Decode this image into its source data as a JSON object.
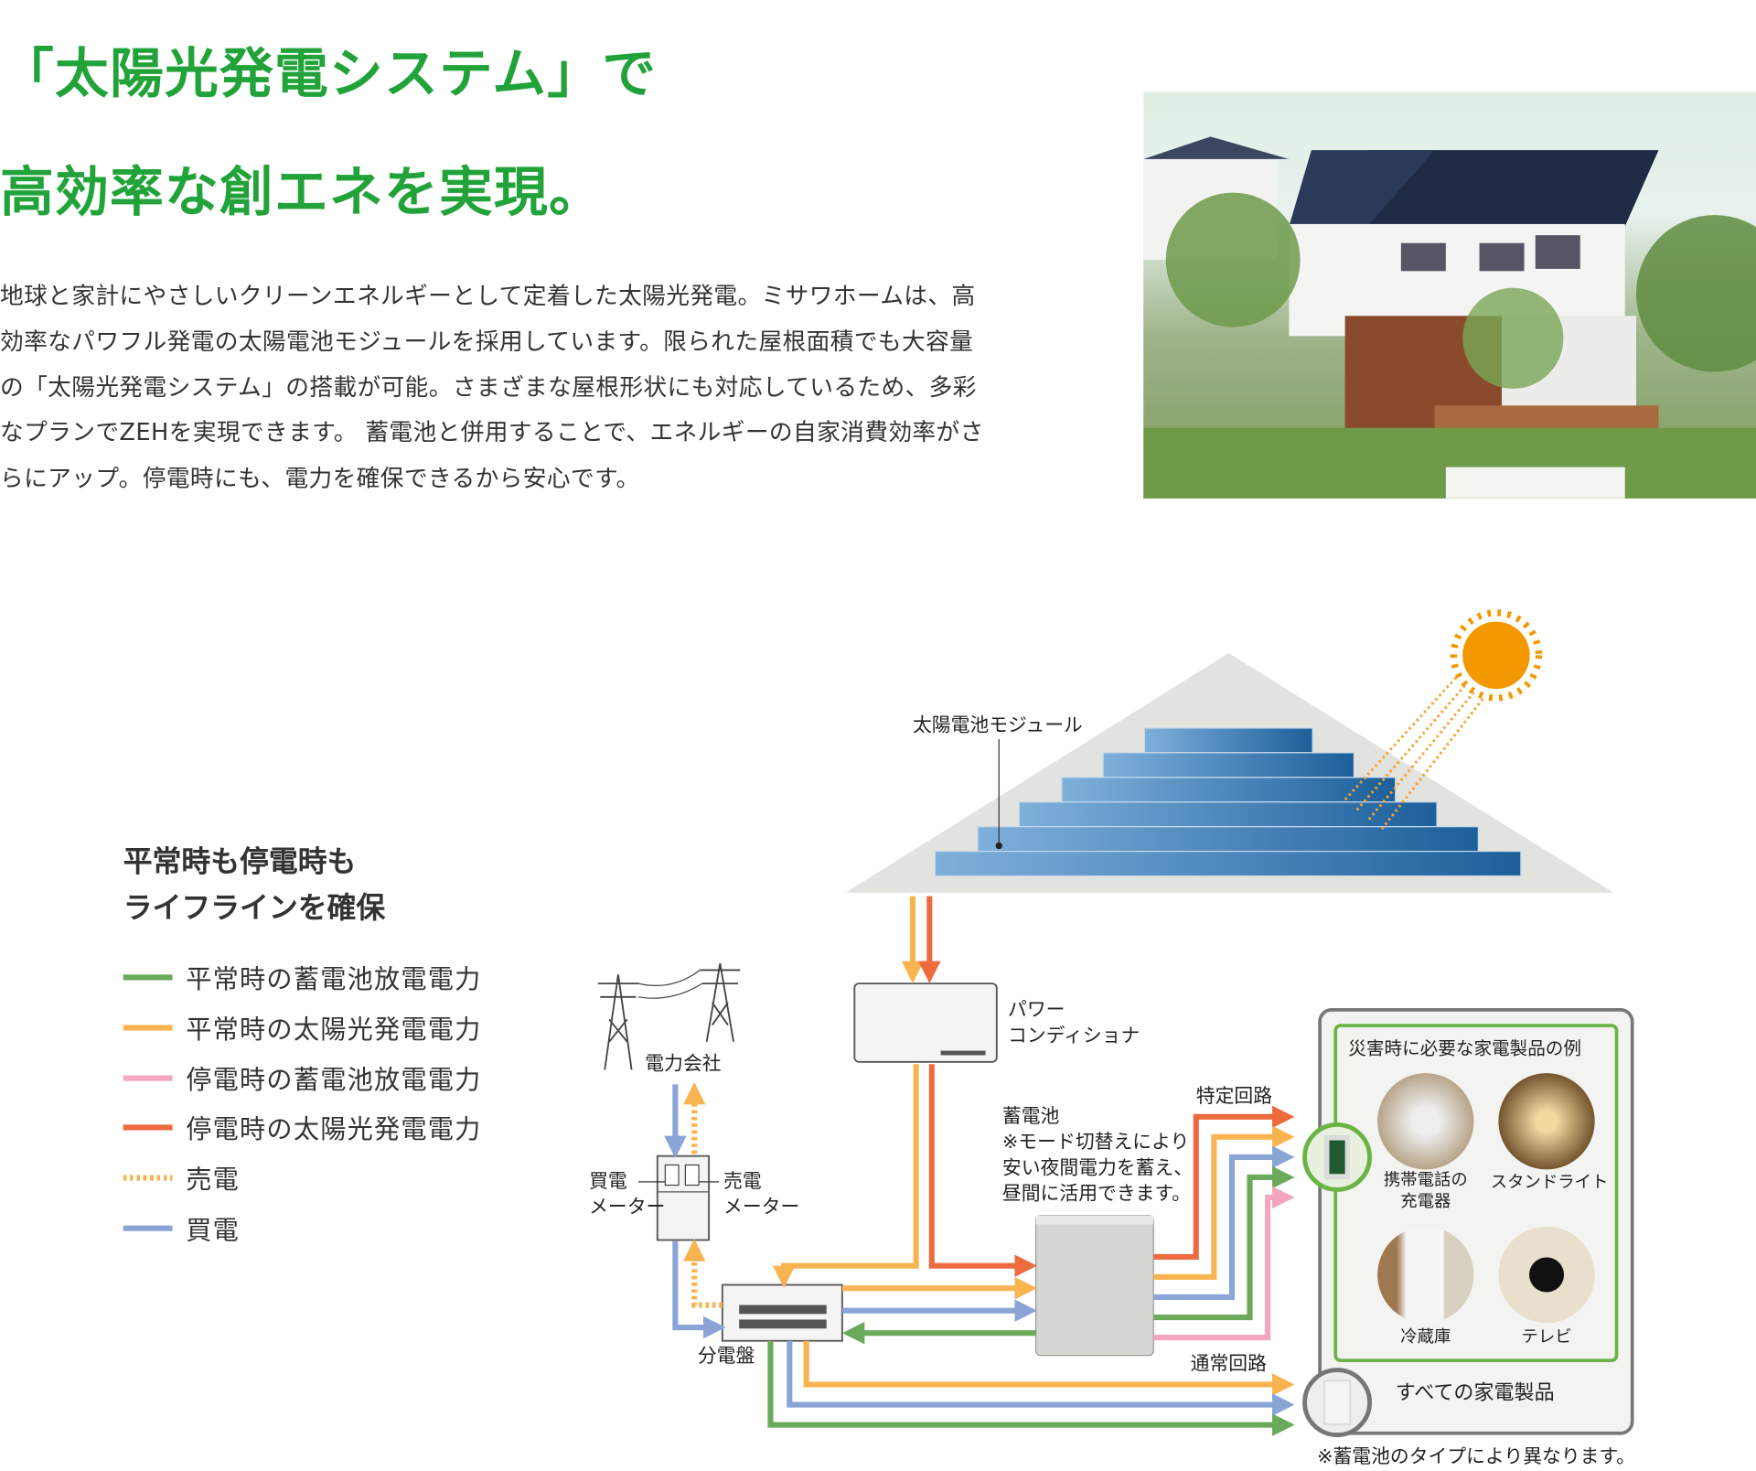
{
  "headline": {
    "line1": "「太陽光発電システム」で",
    "line2": "高効率な創エネを実現。"
  },
  "intro_lines": [
    "地球と家計にやさしいクリーンエネルギーとして定着した太陽光発電。ミサワホームは、高",
    "効率なパワフル発電の太陽電池モジュールを採用しています。限られた屋根面積でも大容量",
    "の「太陽光発電システム」の搭載が可能。さまざまな屋根形状にも対応しているため、多彩",
    "なプランでZEHを実現できます。 蓄電池と併用することで、エネルギーの自家消費効率がさ",
    "らにアップ。停電時にも、電力を確保できるから安心です。"
  ],
  "diagram": {
    "heading": [
      "平常時も停電時も",
      "ライフラインを確保"
    ],
    "legend": [
      {
        "label": "平常時の蓄電池放電電力",
        "color": "#6aaa5a",
        "style": "solid"
      },
      {
        "label": "平常時の太陽光発電電力",
        "color": "#f8b450",
        "style": "solid"
      },
      {
        "label": "停電時の蓄電池放電電力",
        "color": "#f4a6c0",
        "style": "solid"
      },
      {
        "label": "停電時の太陽光発電電力",
        "color": "#ee6a3f",
        "style": "solid"
      },
      {
        "label": "売電",
        "color": "#f8b450",
        "style": "dotted"
      },
      {
        "label": "買電",
        "color": "#8aa4d6",
        "style": "solid"
      }
    ],
    "solar_module": "太陽電池モジュール",
    "power_conditioner": [
      "パワー",
      "コンディショナ"
    ],
    "power_company": "電力会社",
    "buy_meter": [
      "買電",
      "メーター"
    ],
    "sell_meter": [
      "売電",
      "メーター"
    ],
    "distribution_board": "分電盤",
    "battery": [
      "蓄電池",
      "※モード切替えにより",
      "安い夜間電力を蓄え、",
      "昼間に活用できます。"
    ],
    "specific_circuit": "特定回路",
    "normal_circuit": "通常回路",
    "appliances_title": "災害時に必要な家電製品の例",
    "appliances": [
      {
        "label": [
          "携帯電話の",
          "充電器"
        ],
        "icon": "phone-charger"
      },
      {
        "label": [
          "スタンドライト"
        ],
        "icon": "stand-light"
      },
      {
        "label": [
          "冷蔵庫"
        ],
        "icon": "refrigerator"
      },
      {
        "label": [
          "テレビ"
        ],
        "icon": "television"
      }
    ],
    "all_appliances": "すべての家電製品",
    "note": "※蓄電池のタイプにより異なります。"
  },
  "colors": {
    "accent": "#22a33a",
    "sun": "#f39800"
  }
}
